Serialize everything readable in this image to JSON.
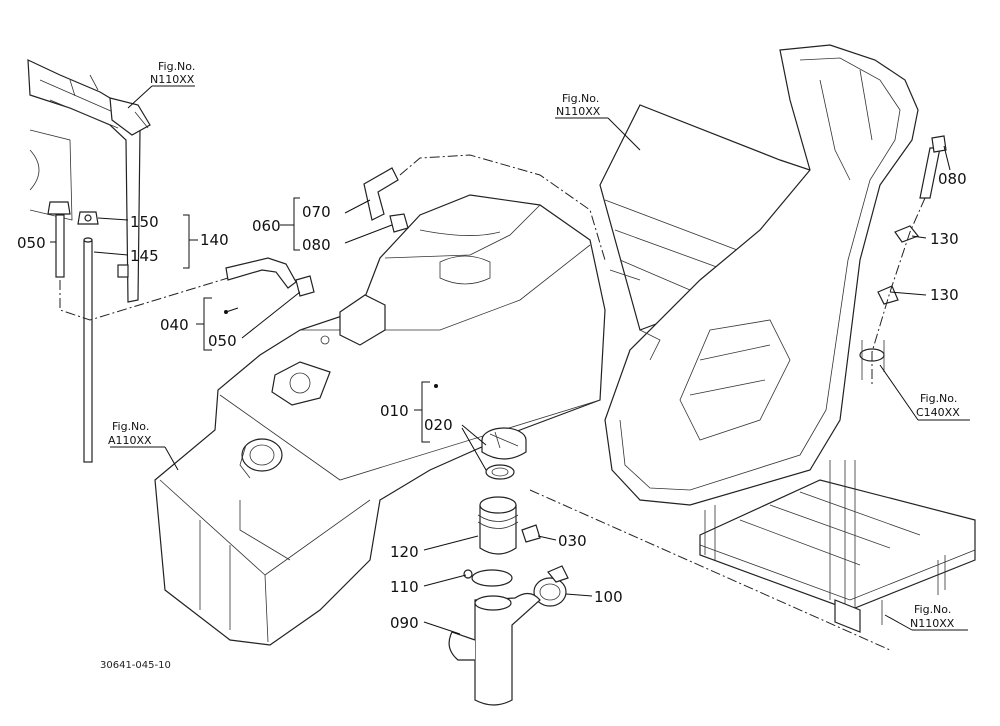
{
  "part_labels": {
    "p010": "010",
    "p020": "020",
    "p030": "030",
    "p040": "040",
    "p050_left": "050",
    "p050_mid": "050",
    "p060": "060",
    "p070": "070",
    "p080_mid": "080",
    "p080_right": "080",
    "p090": "090",
    "p100": "100",
    "p110": "110",
    "p120": "120",
    "p130_upper": "130",
    "p130_lower": "130",
    "p140": "140",
    "p145": "145",
    "p150": "150"
  },
  "figure_refs": {
    "fig_caption": "Fig.No.",
    "ref_n110_top_left": "N110XX",
    "ref_n110_top_center": "N110XX",
    "ref_a110": "A110XX",
    "ref_c140": "C140XX",
    "ref_n110_bottom_right": "N110XX"
  },
  "drawing_number": "30641-045-10"
}
